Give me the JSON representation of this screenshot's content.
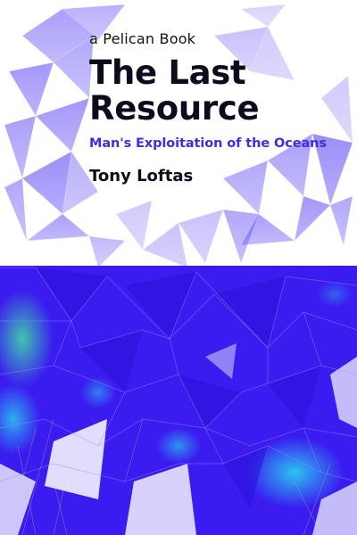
{
  "cover": {
    "series": "a Pelican Book",
    "title_line1": "The Last",
    "title_line2": "Resource",
    "subtitle": "Man's Exploitation of the Oceans",
    "author": "Tony Loftas"
  },
  "colors": {
    "background": "#ffffff",
    "ocean_blue": "#3a1cf0",
    "light_violet": "#8f86f7",
    "sea_green": "#35e8a0",
    "cyan": "#22d8e8",
    "title_text": "#0b0b1e",
    "subtitle_text": "#3c2fe0"
  }
}
